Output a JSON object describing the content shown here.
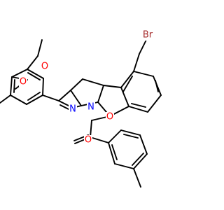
{
  "molecule": {
    "atoms": {
      "br": {
        "text": "Br",
        "color": "#a52a2a"
      },
      "o_methoxy_top": {
        "text": "O",
        "color": "#ff0000"
      },
      "o_methoxy_left": {
        "text": "O",
        "color": "#ff0000"
      },
      "n_imine": {
        "text": "N",
        "color": "#0000ff"
      },
      "n_ring": {
        "text": "N",
        "color": "#0000ff"
      },
      "o_ring": {
        "text": "O",
        "color": "#ff0000"
      },
      "o_carbonyl": {
        "text": "O",
        "color": "#ff0000"
      }
    },
    "bond_color": "#000000"
  }
}
